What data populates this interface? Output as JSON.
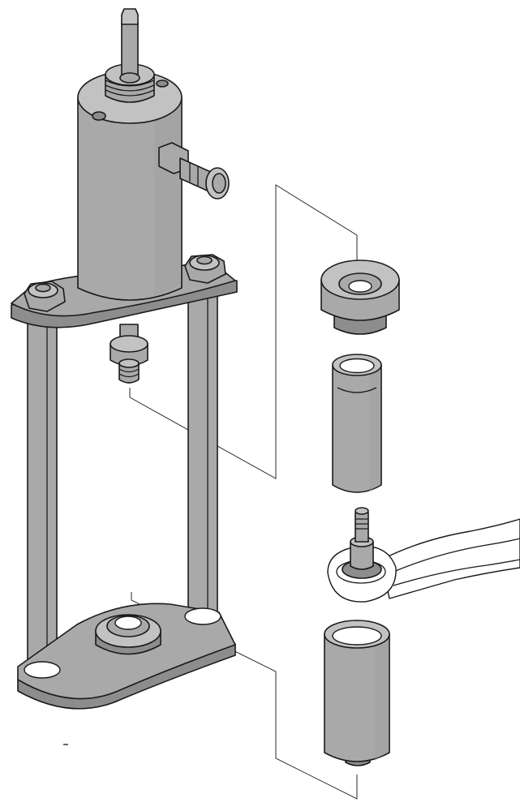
{
  "figure": {
    "kind": "exploded technical illustration",
    "colors": {
      "background": "#ffffff",
      "metal": "#a9a9a9",
      "metal_light": "#c2c2c2",
      "metal_dark": "#8d8d8d",
      "outline": "#1a1a1a"
    },
    "parts": [
      "hydraulic-cylinder",
      "pressure-hose-connector",
      "upper-crossplate",
      "tie-rods",
      "lower-baseplate",
      "pressure-cup",
      "sleeve",
      "ball-joint-on-control-arm",
      "receiver-cup"
    ]
  }
}
